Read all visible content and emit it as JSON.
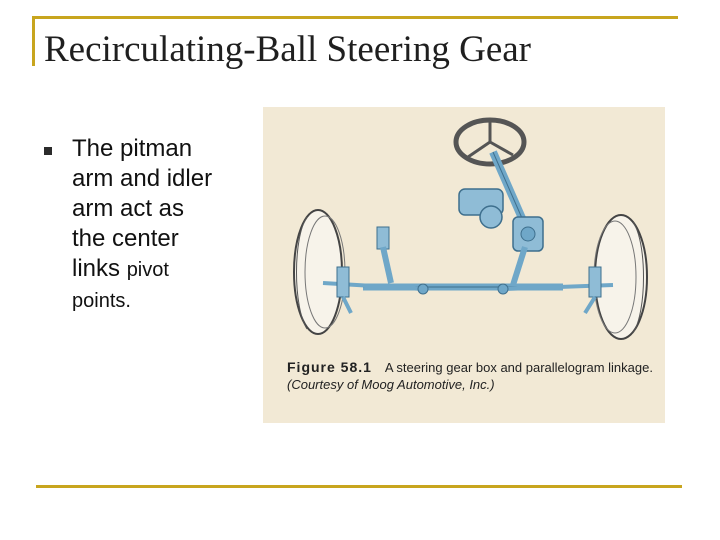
{
  "slide": {
    "title": "Recirculating-Ball Steering Gear",
    "bullet": {
      "main": "The pitman arm and idler arm act as the center links",
      "tail": "pivot points."
    }
  },
  "figure": {
    "label": "Figure 58.1",
    "caption": "A steering gear box and parallelogram linkage.",
    "credit": "(Courtesy of Moog Automotive, Inc.)"
  },
  "colors": {
    "accent_rule": "#c8a51e",
    "figure_background": "#f2e9d5",
    "linkage_blue": "#6fa7c8"
  }
}
